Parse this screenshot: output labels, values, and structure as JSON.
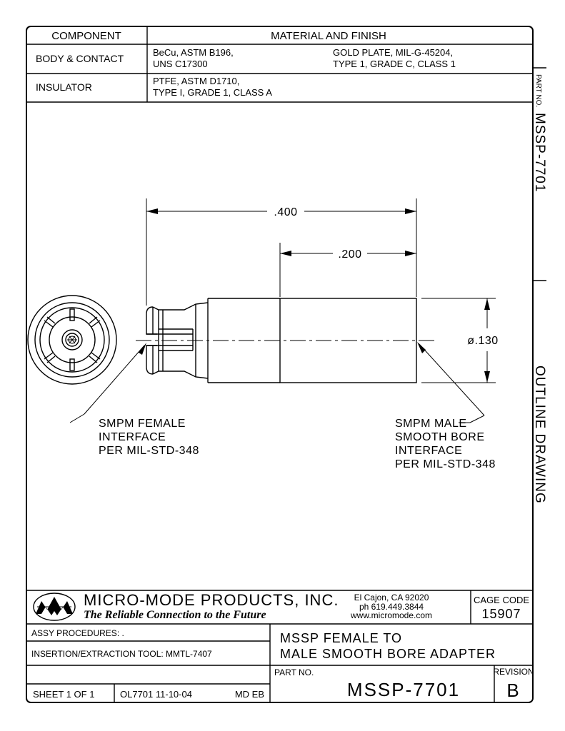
{
  "material_table": {
    "header_component": "COMPONENT",
    "header_material": "MATERIAL AND FINISH",
    "rows": [
      {
        "component": "BODY & CONTACT",
        "material_line1": "BeCu, ASTM B196,",
        "material_line2": "UNS C17300",
        "finish_line1": "GOLD PLATE, MIL-G-45204,",
        "finish_line2": "TYPE 1, GRADE C, CLASS 1"
      },
      {
        "component": "INSULATOR",
        "material_line1": "PTFE, ASTM D1710,",
        "material_line2": "TYPE I, GRADE 1, CLASS A"
      }
    ]
  },
  "side_margin": {
    "part_no_label": "PART NO.",
    "part_no_value": "MSSP-7701",
    "drawing_type": "OUTLINE DRAWING"
  },
  "drawing": {
    "dim_overall": ".400",
    "dim_body": ".200",
    "dim_diameter": "ø.130",
    "female_callout": [
      "SMPM FEMALE",
      "INTERFACE",
      "PER MIL-STD-348"
    ],
    "male_callout": [
      "SMPM MALE",
      "SMOOTH BORE",
      "INTERFACE",
      "PER MIL-STD-348"
    ]
  },
  "title_block": {
    "company_name": "MICRO-MODE PRODUCTS, INC.",
    "tagline": "The Reliable Connection to the Future",
    "address_line1": "El Cajon, CA  92020",
    "address_line2": "ph  619.449.3844",
    "address_line3": "www.micromode.com",
    "cage_code_label": "CAGE CODE",
    "cage_code_value": "15907",
    "assy_procedures": "ASSY PROCEDURES: .",
    "insertion_tool": "INSERTION/EXTRACTION TOOL: MMTL-7407",
    "title_line1": "MSSP FEMALE TO",
    "title_line2": "MALE SMOOTH BORE ADAPTER",
    "part_no_label": "PART NO.",
    "part_no_value": "MSSP-7701",
    "revision_label": "REVISION",
    "revision_value": "B",
    "sheet": "SHEET 1 OF 1",
    "drawing_ref": "OL7701 11-10-04",
    "drawn_by": "MD EB"
  },
  "colors": {
    "ink": "#000000",
    "paper": "#ffffff"
  }
}
